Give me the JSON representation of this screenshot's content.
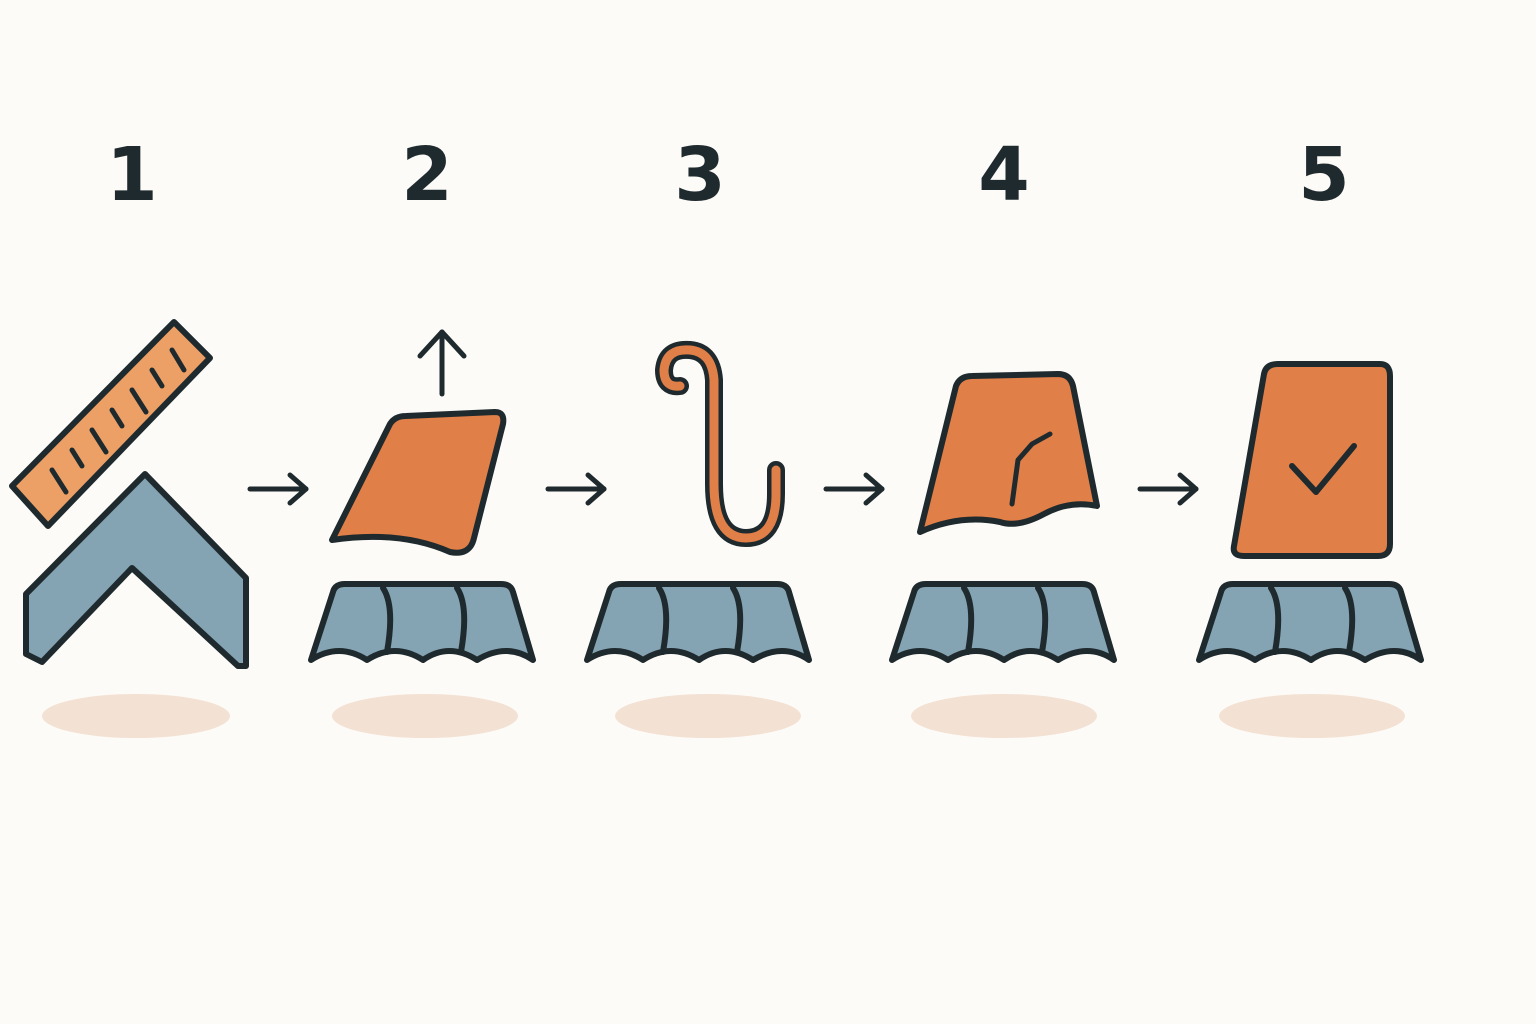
{
  "steps": [
    {
      "number": "1",
      "icon": "ruler-and-ridge-icon"
    },
    {
      "number": "2",
      "icon": "lift-tile-icon"
    },
    {
      "number": "3",
      "icon": "hook-icon"
    },
    {
      "number": "4",
      "icon": "cracked-tile-icon"
    },
    {
      "number": "5",
      "icon": "check-tile-icon"
    }
  ],
  "colors": {
    "background": "#fdfbf7",
    "outline": "#1f2a2e",
    "tile_orange": "#e07f47",
    "ruler_orange": "#eda066",
    "roof_blue": "#84a3b3",
    "shadow": "#f3e1d3"
  }
}
